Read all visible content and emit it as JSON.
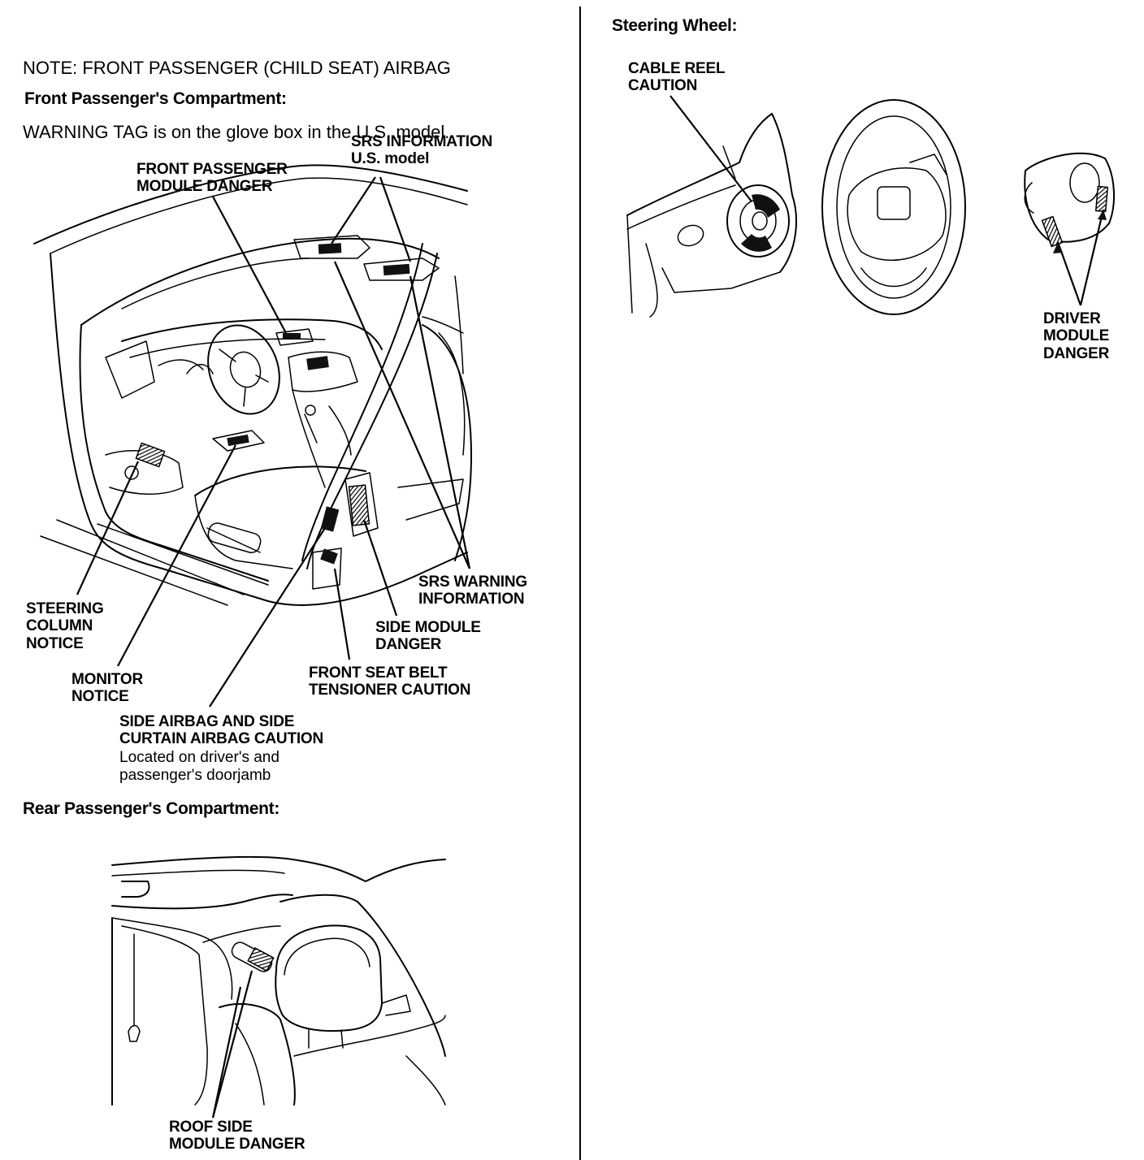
{
  "note": {
    "line1": "NOTE: FRONT PASSENGER (CHILD SEAT) AIRBAG",
    "line2": "WARNING TAG is on the glove box in the U.S. model."
  },
  "sections": {
    "front": "Front Passenger's Compartment:",
    "rear": "Rear Passenger's Compartment:",
    "steering": "Steering Wheel:"
  },
  "labels": {
    "srs_information": [
      "SRS INFORMATION",
      "U.S. model"
    ],
    "front_passenger_module_danger": [
      "FRONT PASSENGER",
      "MODULE DANGER"
    ],
    "steering_column_notice": [
      "STEERING",
      "COLUMN",
      "NOTICE"
    ],
    "monitor_notice": [
      "MONITOR",
      "NOTICE"
    ],
    "srs_warning_information": [
      "SRS WARNING",
      "INFORMATION"
    ],
    "side_module_danger": [
      "SIDE MODULE",
      "DANGER"
    ],
    "front_seat_belt_tensioner_caution": [
      "FRONT SEAT BELT",
      "TENSIONER CAUTION"
    ],
    "side_airbag_caution": [
      "SIDE AIRBAG AND SIDE",
      "CURTAIN AIRBAG CAUTION"
    ],
    "side_airbag_location": [
      "Located on driver's and",
      "passenger's doorjamb"
    ],
    "roof_side_module_danger": [
      "ROOF SIDE",
      "MODULE DANGER"
    ],
    "cable_reel_caution": [
      "CABLE REEL",
      "CAUTION"
    ],
    "driver_module_danger": [
      "DRIVER",
      "MODULE",
      "DANGER"
    ]
  }
}
